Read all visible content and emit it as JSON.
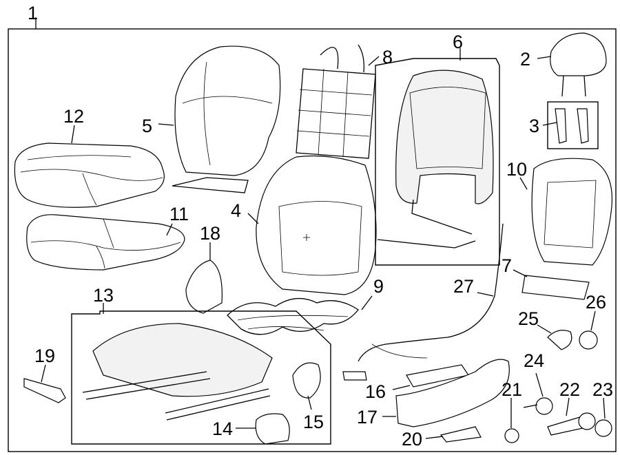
{
  "diagram": {
    "callouts": [
      {
        "id": "1",
        "text": "1"
      },
      {
        "id": "2",
        "text": "2"
      },
      {
        "id": "3",
        "text": "3"
      },
      {
        "id": "4",
        "text": "4"
      },
      {
        "id": "5",
        "text": "5"
      },
      {
        "id": "6",
        "text": "6"
      },
      {
        "id": "7",
        "text": "7"
      },
      {
        "id": "8",
        "text": "8"
      },
      {
        "id": "9",
        "text": "9"
      },
      {
        "id": "10",
        "text": "10"
      },
      {
        "id": "11",
        "text": "11"
      },
      {
        "id": "12",
        "text": "12"
      },
      {
        "id": "13",
        "text": "13"
      },
      {
        "id": "14",
        "text": "14"
      },
      {
        "id": "15",
        "text": "15"
      },
      {
        "id": "16",
        "text": "16"
      },
      {
        "id": "17",
        "text": "17"
      },
      {
        "id": "18",
        "text": "18"
      },
      {
        "id": "19",
        "text": "19"
      },
      {
        "id": "20",
        "text": "20"
      },
      {
        "id": "21",
        "text": "21"
      },
      {
        "id": "22",
        "text": "22"
      },
      {
        "id": "23",
        "text": "23"
      },
      {
        "id": "24",
        "text": "24"
      },
      {
        "id": "25",
        "text": "25"
      },
      {
        "id": "26",
        "text": "26"
      },
      {
        "id": "27",
        "text": "27"
      }
    ]
  }
}
